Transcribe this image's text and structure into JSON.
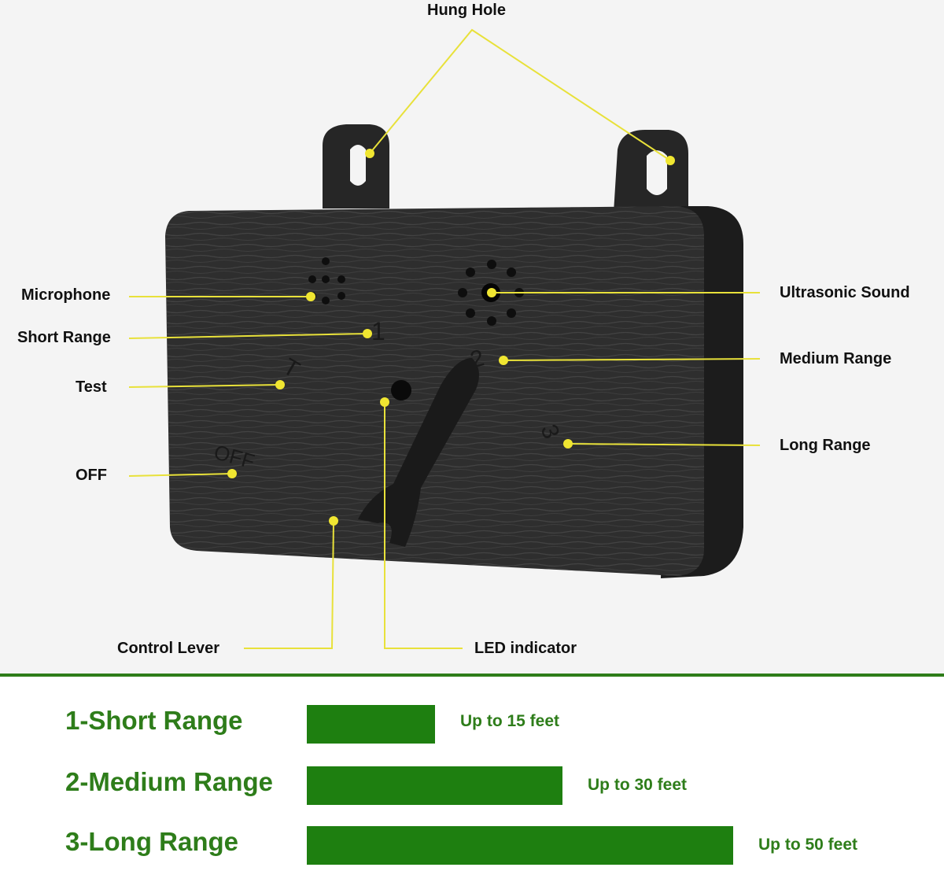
{
  "callouts": {
    "hung_hole": "Hung Hole",
    "microphone": "Microphone",
    "short_range": "Short Range",
    "test": "Test",
    "off": "OFF",
    "ultrasonic_sound": "Ultrasonic Sound",
    "medium_range": "Medium Range",
    "long_range": "Long Range",
    "control_lever": "Control Lever",
    "led_indicator": "LED indicator"
  },
  "device_markings": {
    "short": "1",
    "medium": "2",
    "long": "3",
    "test": "T",
    "off": "OFF"
  },
  "ranges": [
    {
      "label": "1-Short Range",
      "distance": "Up to 15 feet",
      "feet": 15
    },
    {
      "label": "2-Medium Range",
      "distance": "Up to 30 feet",
      "feet": 30
    },
    {
      "label": "3-Long Range",
      "distance": "Up to 50 feet",
      "feet": 50
    }
  ],
  "colors": {
    "accent_green": "#2e7d1a",
    "bar_green": "#1e7f10",
    "callout_yellow": "#e8e13a",
    "device_black": "#2a2a2a"
  },
  "icons": [
    "hang-hole-icon",
    "microphone-grille-icon",
    "speaker-grille-icon",
    "led-icon",
    "lever-icon"
  ]
}
